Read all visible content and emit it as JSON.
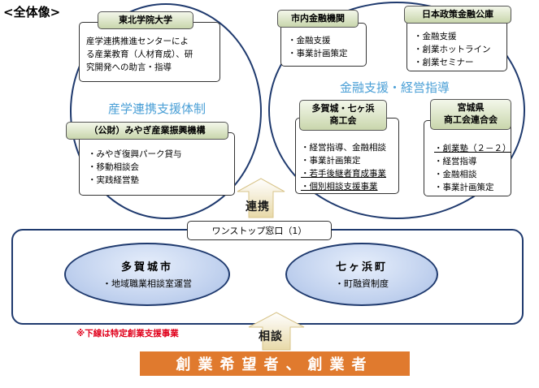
{
  "heading": "<全体像>",
  "circles": {
    "left_label": "産学連携支援体制",
    "right_label": "金融支援・経営指導"
  },
  "tohoku": {
    "name": "東北学院大学",
    "desc_lines": [
      "産学連携推進センターによ",
      "る産業教育（人材育成）、研",
      "究開発への助言・指導"
    ]
  },
  "miyagi_foundation": {
    "name": "（公財）みやぎ産業振興機構",
    "items": [
      "・みやぎ復興パーク貸与",
      "・移動相談会",
      "・実践経営塾"
    ]
  },
  "city_bank": {
    "name": "市内金融機関",
    "items": [
      "・金融支援",
      "・事業計画策定"
    ]
  },
  "jfc": {
    "name": "日本政策金融公庫",
    "items": [
      "・金融支援",
      "・創業ホットライン",
      "・創業セミナー"
    ]
  },
  "tagajo_chamber": {
    "name_lines": [
      "多賀城・七ヶ浜",
      "商工会"
    ],
    "items": [
      {
        "text": "・経営指導、金融相談",
        "u": false
      },
      {
        "text": "・事業計画策定",
        "u": false
      },
      {
        "text": "・若手後継者育成事業",
        "u": true
      },
      {
        "text": "・個別相談支援事業",
        "u": true
      }
    ]
  },
  "miyagi_federation": {
    "name_lines": [
      "宮城県",
      "商工会連合会"
    ],
    "items": [
      {
        "text": "・創業塾（２－２）",
        "u": true
      },
      {
        "text": "・経営指導",
        "u": false
      },
      {
        "text": "・金融相談",
        "u": false
      },
      {
        "text": "・事業計画策定",
        "u": false
      }
    ]
  },
  "renkei": "連携",
  "one_stop": "ワンストップ窓口（1）",
  "tagajo_city": {
    "title": "多賀城市",
    "sub": "・地域職業相談室運営"
  },
  "shichigahama": {
    "title": "七ヶ浜町",
    "sub": "・町融資制度"
  },
  "note": "※下線は特定創業支援事業",
  "soudan": "相談",
  "founders": "創業希望者、創業者",
  "colors": {
    "navy": "#1f3a6e",
    "label_blue": "#4a9fd6",
    "orange": "#e07a2e",
    "note_red": "#e0001b"
  }
}
